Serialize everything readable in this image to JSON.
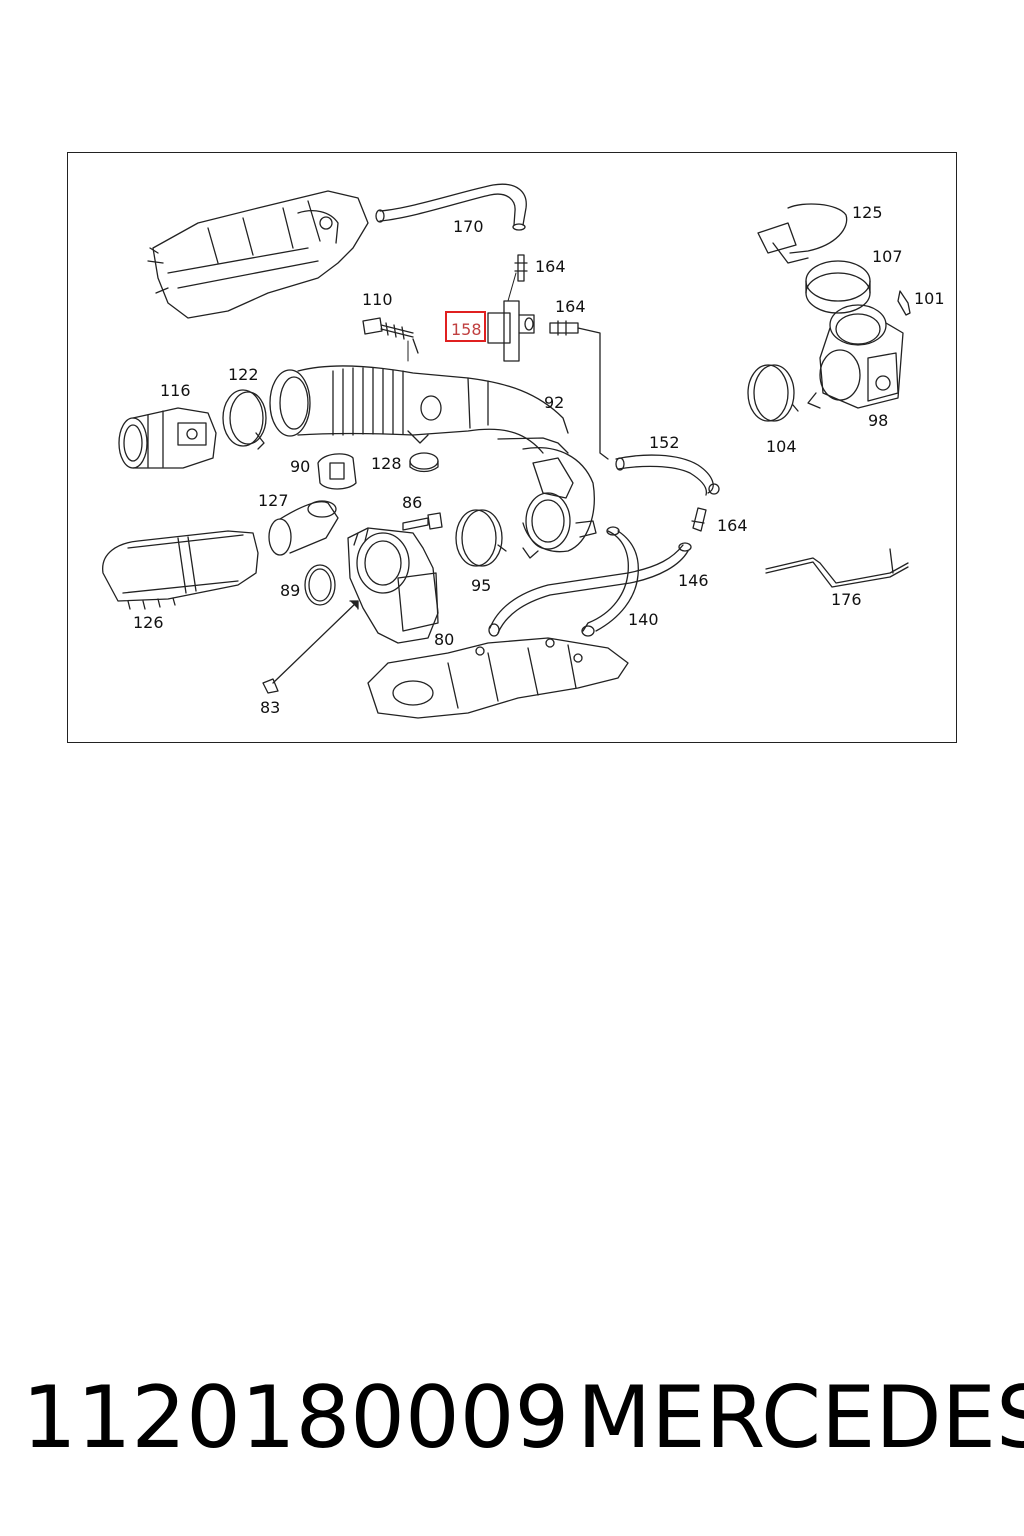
{
  "diagram": {
    "callouts": {
      "c170": "170",
      "c164a": "164",
      "c110": "110",
      "c158": "158",
      "c164b": "164",
      "c125": "125",
      "c107": "107",
      "c101": "101",
      "c116": "116",
      "c122": "122",
      "c92": "92",
      "c152": "152",
      "c104": "104",
      "c98": "98",
      "c90": "90",
      "c128": "128",
      "c127": "127",
      "c86": "86",
      "c164c": "164",
      "c126": "126",
      "c89": "89",
      "c95": "95",
      "c146": "146",
      "c176": "176",
      "c140": "140",
      "c80": "80",
      "c83": "83"
    },
    "highlighted_part": "158"
  },
  "footer": {
    "part_number": "1120180009",
    "brand": "MERCEDES"
  }
}
